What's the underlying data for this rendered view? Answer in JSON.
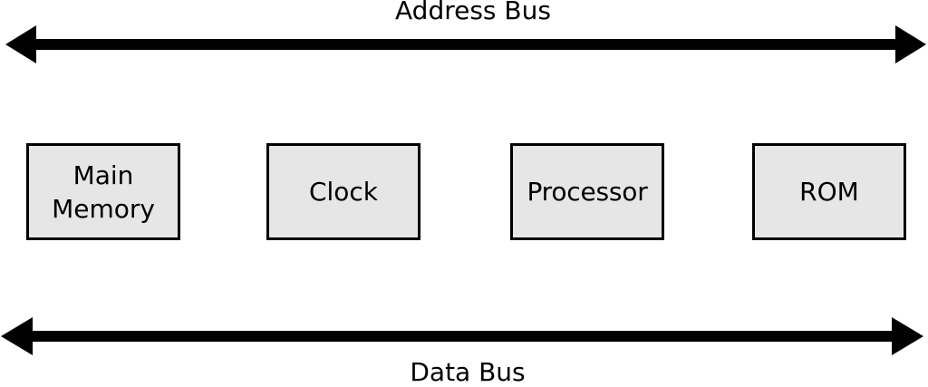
{
  "address_bus": {
    "label": "Address Bus"
  },
  "data_bus": {
    "label": "Data Bus"
  },
  "components": [
    {
      "label": "Main\nMemory"
    },
    {
      "label": "Clock"
    },
    {
      "label": "Processor"
    },
    {
      "label": "ROM"
    }
  ],
  "colors": {
    "box_fill": "#e6e6e6",
    "stroke": "#000000",
    "background": "#ffffff"
  }
}
